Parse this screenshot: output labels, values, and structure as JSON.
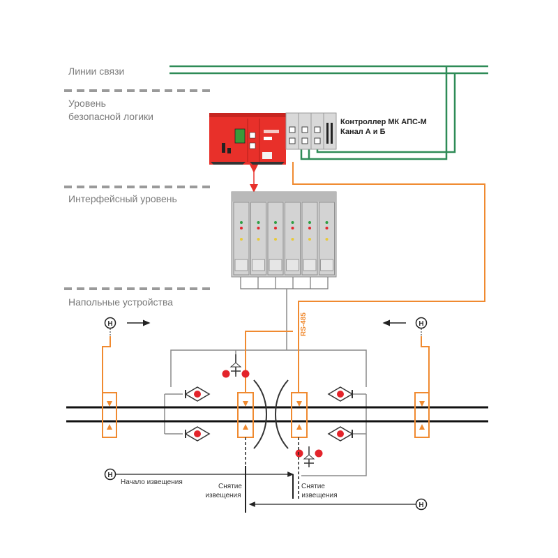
{
  "levels": {
    "communication": "Линии связи",
    "safe_logic_line1": "Уровень",
    "safe_logic_line2": "безопасной логики",
    "interface": "Интерфейсный уровень",
    "field": "Напольные устройства"
  },
  "controller": {
    "line1": "Контроллер МК АПС-М",
    "line2": "Канал А и Б"
  },
  "bus_label": "RS-485",
  "annotations": {
    "start": "Начало извещения",
    "cancel1_line1": "Снятие",
    "cancel1_line2": "извещения",
    "cancel2_line1": "Снятие",
    "cancel2_line2": "извещения"
  },
  "marker_letter": "Н",
  "colors": {
    "comm_line": "#2e8b57",
    "orange_link": "#f08a30",
    "red_module": "#e8302a",
    "rail": "#111111",
    "signal_red": "#e3242b",
    "level_text": "#7a7a7a"
  }
}
